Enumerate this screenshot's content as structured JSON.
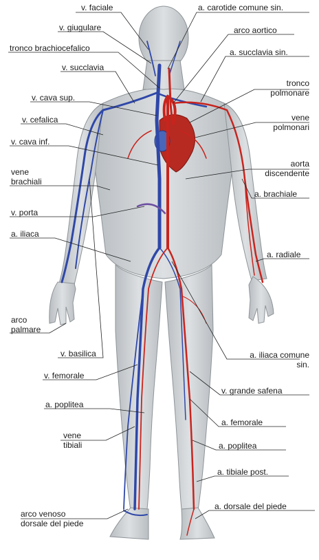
{
  "labels": {
    "v_faciale": "v. faciale",
    "v_giugulare": "v. giugulare",
    "tronco_brachiocefalico": "tronco brachiocefalico",
    "v_succlavia": "v. succlavia",
    "v_cava_sup": "v. cava sup.",
    "v_cefalica": "v. cefalica",
    "v_cava_inf": "v. cava inf.",
    "vene_brachiali": [
      "vene",
      "brachiali"
    ],
    "v_porta": "v. porta",
    "a_iliaca": "a. iliaca",
    "arco_palmare": [
      "arco",
      "palmare"
    ],
    "v_basilica": "v. basilica",
    "v_femorale": "v. femorale",
    "a_poplitea_left": "a. poplitea",
    "vene_tibiali": [
      "vene",
      "tibiali"
    ],
    "arco_venoso": [
      "arco venoso",
      "dorsale del piede"
    ],
    "a_carotide": "a. carotide comune sin.",
    "arco_aortico": "arco aortico",
    "a_succlavia_sin": "a. succlavia sin.",
    "tronco_polmonare": [
      "tronco",
      "polmonare"
    ],
    "vene_polmonari": [
      "vene",
      "polmonari"
    ],
    "aorta_discendente": [
      "aorta",
      "discendente"
    ],
    "a_brachiale": "a. brachiale",
    "a_radiale": "a. radiale",
    "a_iliaca_comune": [
      "a. iliaca comune",
      "sin."
    ],
    "v_grande_safena": "v. grande safena",
    "a_femorale": "a. femorale",
    "a_poplitea_right": "a. poplitea",
    "a_tibiale_post": "a. tibiale post.",
    "a_dorsale_piede": "a. dorsale del piede"
  },
  "colors": {
    "artery": "#c8241e",
    "vein": "#2f47a8",
    "skin": "#cfd3d6",
    "skin_shade": "#aab0b4",
    "leader": "#222222"
  }
}
